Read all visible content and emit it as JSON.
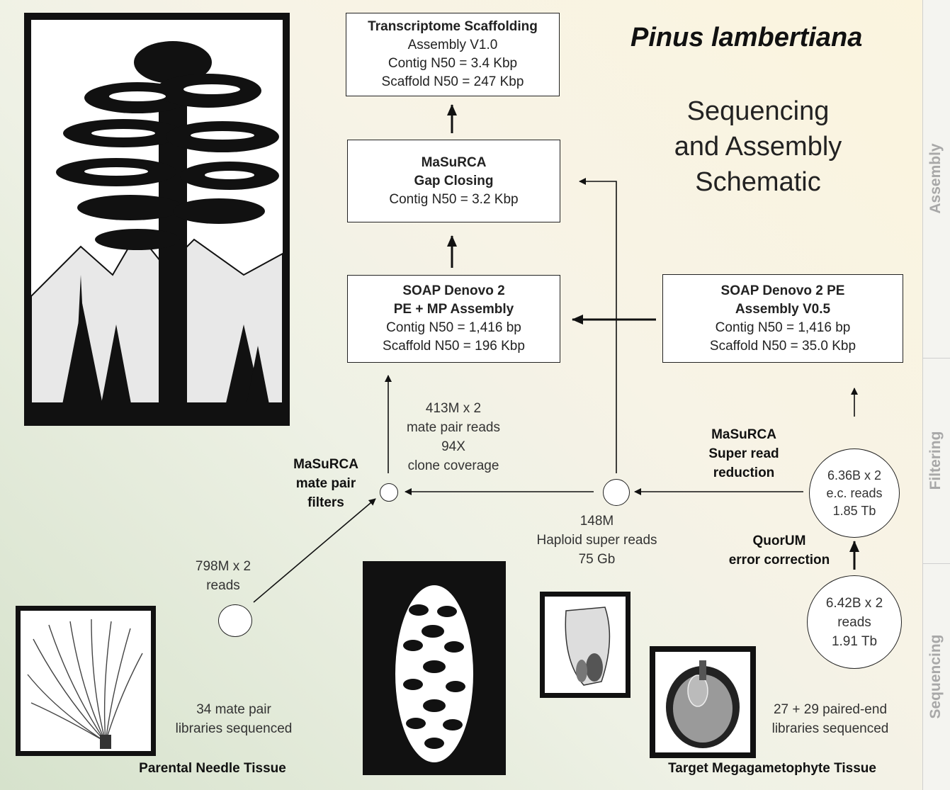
{
  "title": {
    "species": "Pinus lambertiana",
    "subtitle_lines": [
      "Sequencing",
      "and Assembly",
      "Schematic"
    ]
  },
  "stages": [
    "Assembly",
    "Filtering",
    "Sequencing"
  ],
  "boxes": {
    "scaffolding": [
      "Transcriptome Scaffolding",
      "Assembly V1.0",
      "Contig N50 = 3.4 Kbp",
      "Scaffold N50 = 247 Kbp"
    ],
    "gap_closing": [
      "MaSuRCA",
      "Gap Closing",
      "Contig N50 = 3.2 Kbp"
    ],
    "soap_pe_mp": [
      "SOAP Denovo 2",
      "PE + MP Assembly",
      "Contig N50 = 1,416 bp",
      "Scaffold N50 = 196 Kbp"
    ],
    "soap_pe": [
      "SOAP Denovo 2 PE",
      "Assembly V0.5",
      "Contig N50 = 1,416 bp",
      "Scaffold N50 = 35.0 Kbp"
    ]
  },
  "labels": {
    "mate_pair_reads": [
      "413M x 2",
      "mate pair reads",
      "94X",
      "clone coverage"
    ],
    "mate_pair_filters": [
      "MaSuRCA",
      "mate pair",
      "filters"
    ],
    "super_read_reduction": [
      "MaSuRCA",
      "Super read",
      "reduction"
    ],
    "super_reads": [
      "148M",
      "Haploid super reads",
      "75 Gb"
    ],
    "error_correction": [
      "QuorUM",
      "error correction"
    ],
    "needle_reads": [
      "798M x 2",
      "reads"
    ],
    "mate_pair_libraries": [
      "34 mate pair",
      "libraries sequenced"
    ],
    "paired_end_libraries": [
      "27 + 29 paired-end",
      "libraries sequenced"
    ],
    "parental_tissue": "Parental Needle Tissue",
    "target_tissue": "Target Megagametophyte Tissue"
  },
  "circles": {
    "ec_reads": [
      "6.36B x 2",
      "e.c. reads",
      "1.85 Tb"
    ],
    "raw_reads": [
      "6.42B x 2",
      "reads",
      "1.91 Tb"
    ]
  },
  "colors": {
    "gradient_green": "#d6e2cc",
    "gradient_yellow": "#fbf4de",
    "stage_label": "#a8a8a8",
    "ink": "#111111"
  },
  "images": [
    "sugar-pine-tree-woodcut",
    "pine-needles-sketch",
    "pine-cone-woodcut",
    "pine-seed-sketch",
    "megagametophyte-cross-section"
  ]
}
